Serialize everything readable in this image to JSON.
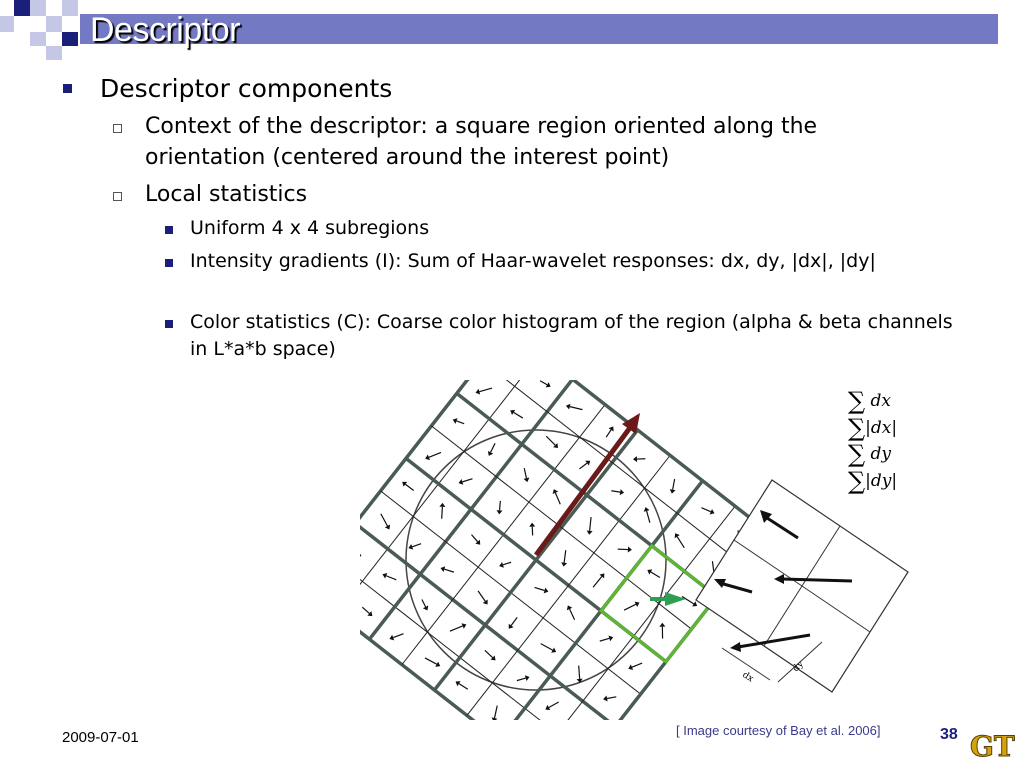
{
  "slide": {
    "title": "Descriptor",
    "bullet1": "Descriptor components",
    "sub1": "Context of the descriptor: a square region oriented along the orientation (centered around the interest point)",
    "sub2": "Local statistics",
    "item1": "Uniform 4 x 4 subregions",
    "item2": "Intensity gradients (I): Sum of Haar-wavelet responses: dx, dy, |dx|, |dy|",
    "item3": "Color statistics (C): Coarse color histogram of the region (alpha & beta channels in L*a*b space)"
  },
  "figure": {
    "sums": [
      "dx",
      "|dx|",
      "dy",
      "|dy|"
    ],
    "axis_dx": "dx",
    "axis_dy": "dy"
  },
  "footer": {
    "date": "2009-07-01",
    "caption": "[ Image courtesy of  Bay et al. 2006]",
    "page": "38",
    "logo_text": "GT"
  },
  "colors": {
    "title_bar": "#7479c4",
    "bullet": "#1a1f7a",
    "grid": "#4a5a55",
    "orientation_arrow": "#6b1a1a",
    "highlight": "#5cb82e"
  }
}
